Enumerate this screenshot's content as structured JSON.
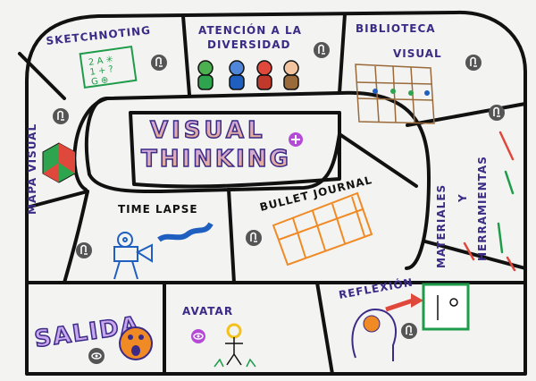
{
  "board": {
    "title_line1": "VISUAL",
    "title_line2": "THINKING",
    "center_hotspot_icon": "plus-icon",
    "spaces": {
      "sketchnoting": {
        "label": "SKETCHNOTING",
        "icon": "touch-icon",
        "doodle": [
          "2 A ✳",
          "1 + ?",
          "G ⊕"
        ]
      },
      "diversidad": {
        "line1": "ATENCIÓN A LA",
        "line2": "DIVERSIDAD",
        "icon": "touch-icon"
      },
      "biblioteca": {
        "line1": "BIBLIOTECA",
        "line2": "VISUAL",
        "icon": "touch-icon"
      },
      "mapa": {
        "label": "MAPA VISUAL",
        "icon": "touch-icon"
      },
      "time_lapse": {
        "label": "TIME LAPSE",
        "icon": "touch-icon"
      },
      "bullet": {
        "label": "BULLET JOURNAL",
        "icon": "touch-icon"
      },
      "materiales": {
        "line1": "MATERIALES",
        "line2": "Y",
        "line3": "HERRAMIENTAS",
        "icon": "touch-icon"
      },
      "salida": {
        "label": "SALIDA",
        "icon": "eye-icon"
      },
      "avatar": {
        "label": "AVATAR",
        "icon": "eye-icon"
      },
      "reflexion": {
        "label": "REFLEXIÓN",
        "icon": "touch-icon"
      }
    }
  },
  "colors": {
    "paper": "#f3f3f1",
    "ink": "#111111",
    "label_ink": "#3b2a86",
    "title_fill_top": "#c9a7ee",
    "title_fill_bottom": "#f1b07a",
    "hotspot_dark": "#555555",
    "hotspot_purple": "#b44bd6",
    "hex_green": "#2ea44f",
    "hex_red": "#e0483b",
    "orange": "#f08a24",
    "blue": "#1f5fbf",
    "yellow": "#f2c21b",
    "green_doodle": "#1f9c4a"
  }
}
